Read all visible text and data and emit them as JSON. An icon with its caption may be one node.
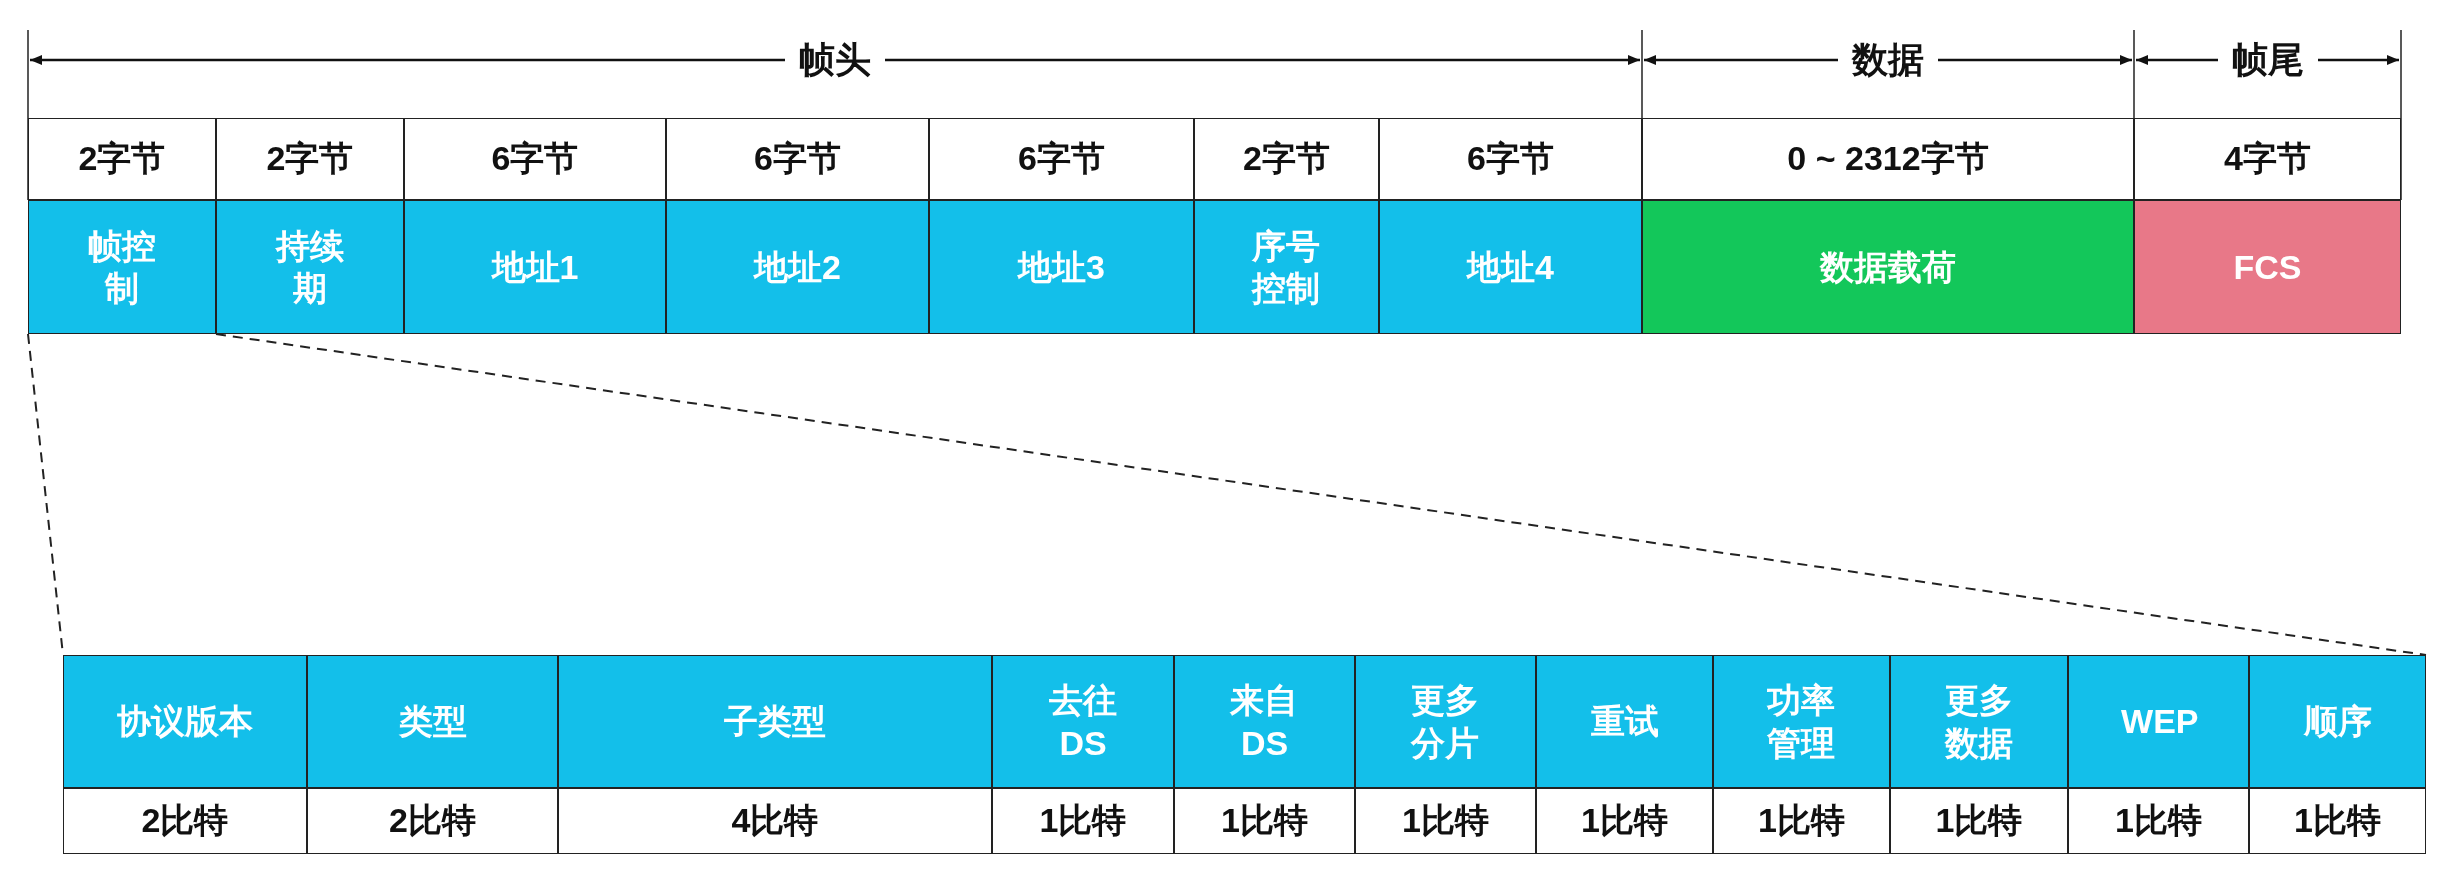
{
  "diagram": {
    "nodes": [
      {
        "text": [
          "帧控制"
        ]
      },
      {
        "text": [
          "持续期"
        ]
      },
      {
        "text": [
          "地址1"
        ]
      },
      {
        "text": [
          "地址2"
        ]
      },
      {
        "text": [
          "地址3"
        ]
      },
      {
        "text": [
          "序号控制"
        ]
      },
      {
        "text": [
          "地址4"
        ]
      },
      {
        "text": [
          "数据载荷"
        ]
      },
      {
        "text": [
          "FCS"
        ]
      },
      {
        "text": [
          "协议版本"
        ]
      },
      {
        "text": [
          "类型"
        ]
      },
      {
        "text": [
          "子类型"
        ]
      },
      {
        "text": [
          "去往DS"
        ]
      },
      {
        "text": [
          "来自DS"
        ]
      },
      {
        "text": [
          "更多分片"
        ]
      },
      {
        "text": [
          "重试"
        ]
      },
      {
        "text": [
          "功率管理"
        ]
      },
      {
        "text": [
          "更多数据"
        ]
      },
      {
        "text": [
          "WEP"
        ]
      },
      {
        "text": [
          "顺序"
        ]
      }
    ],
    "edges": [
      {
        "from": 0,
        "to": 9,
        "arrow": "none",
        "style": "dashed"
      },
      {
        "from": 0,
        "to": 19,
        "arrow": "none",
        "style": "dashed"
      }
    ],
    "labels": [
      "帧头",
      "数据",
      "帧尾",
      "2字节",
      "2字节",
      "6字节",
      "6字节",
      "6字节",
      "2字节",
      "6字节",
      "0 ~ 2312字节",
      "4字节",
      "2比特",
      "2比特",
      "4比特",
      "1比特",
      "1比特",
      "1比特",
      "1比特",
      "1比特",
      "1比特",
      "1比特",
      "1比特"
    ]
  }
}
